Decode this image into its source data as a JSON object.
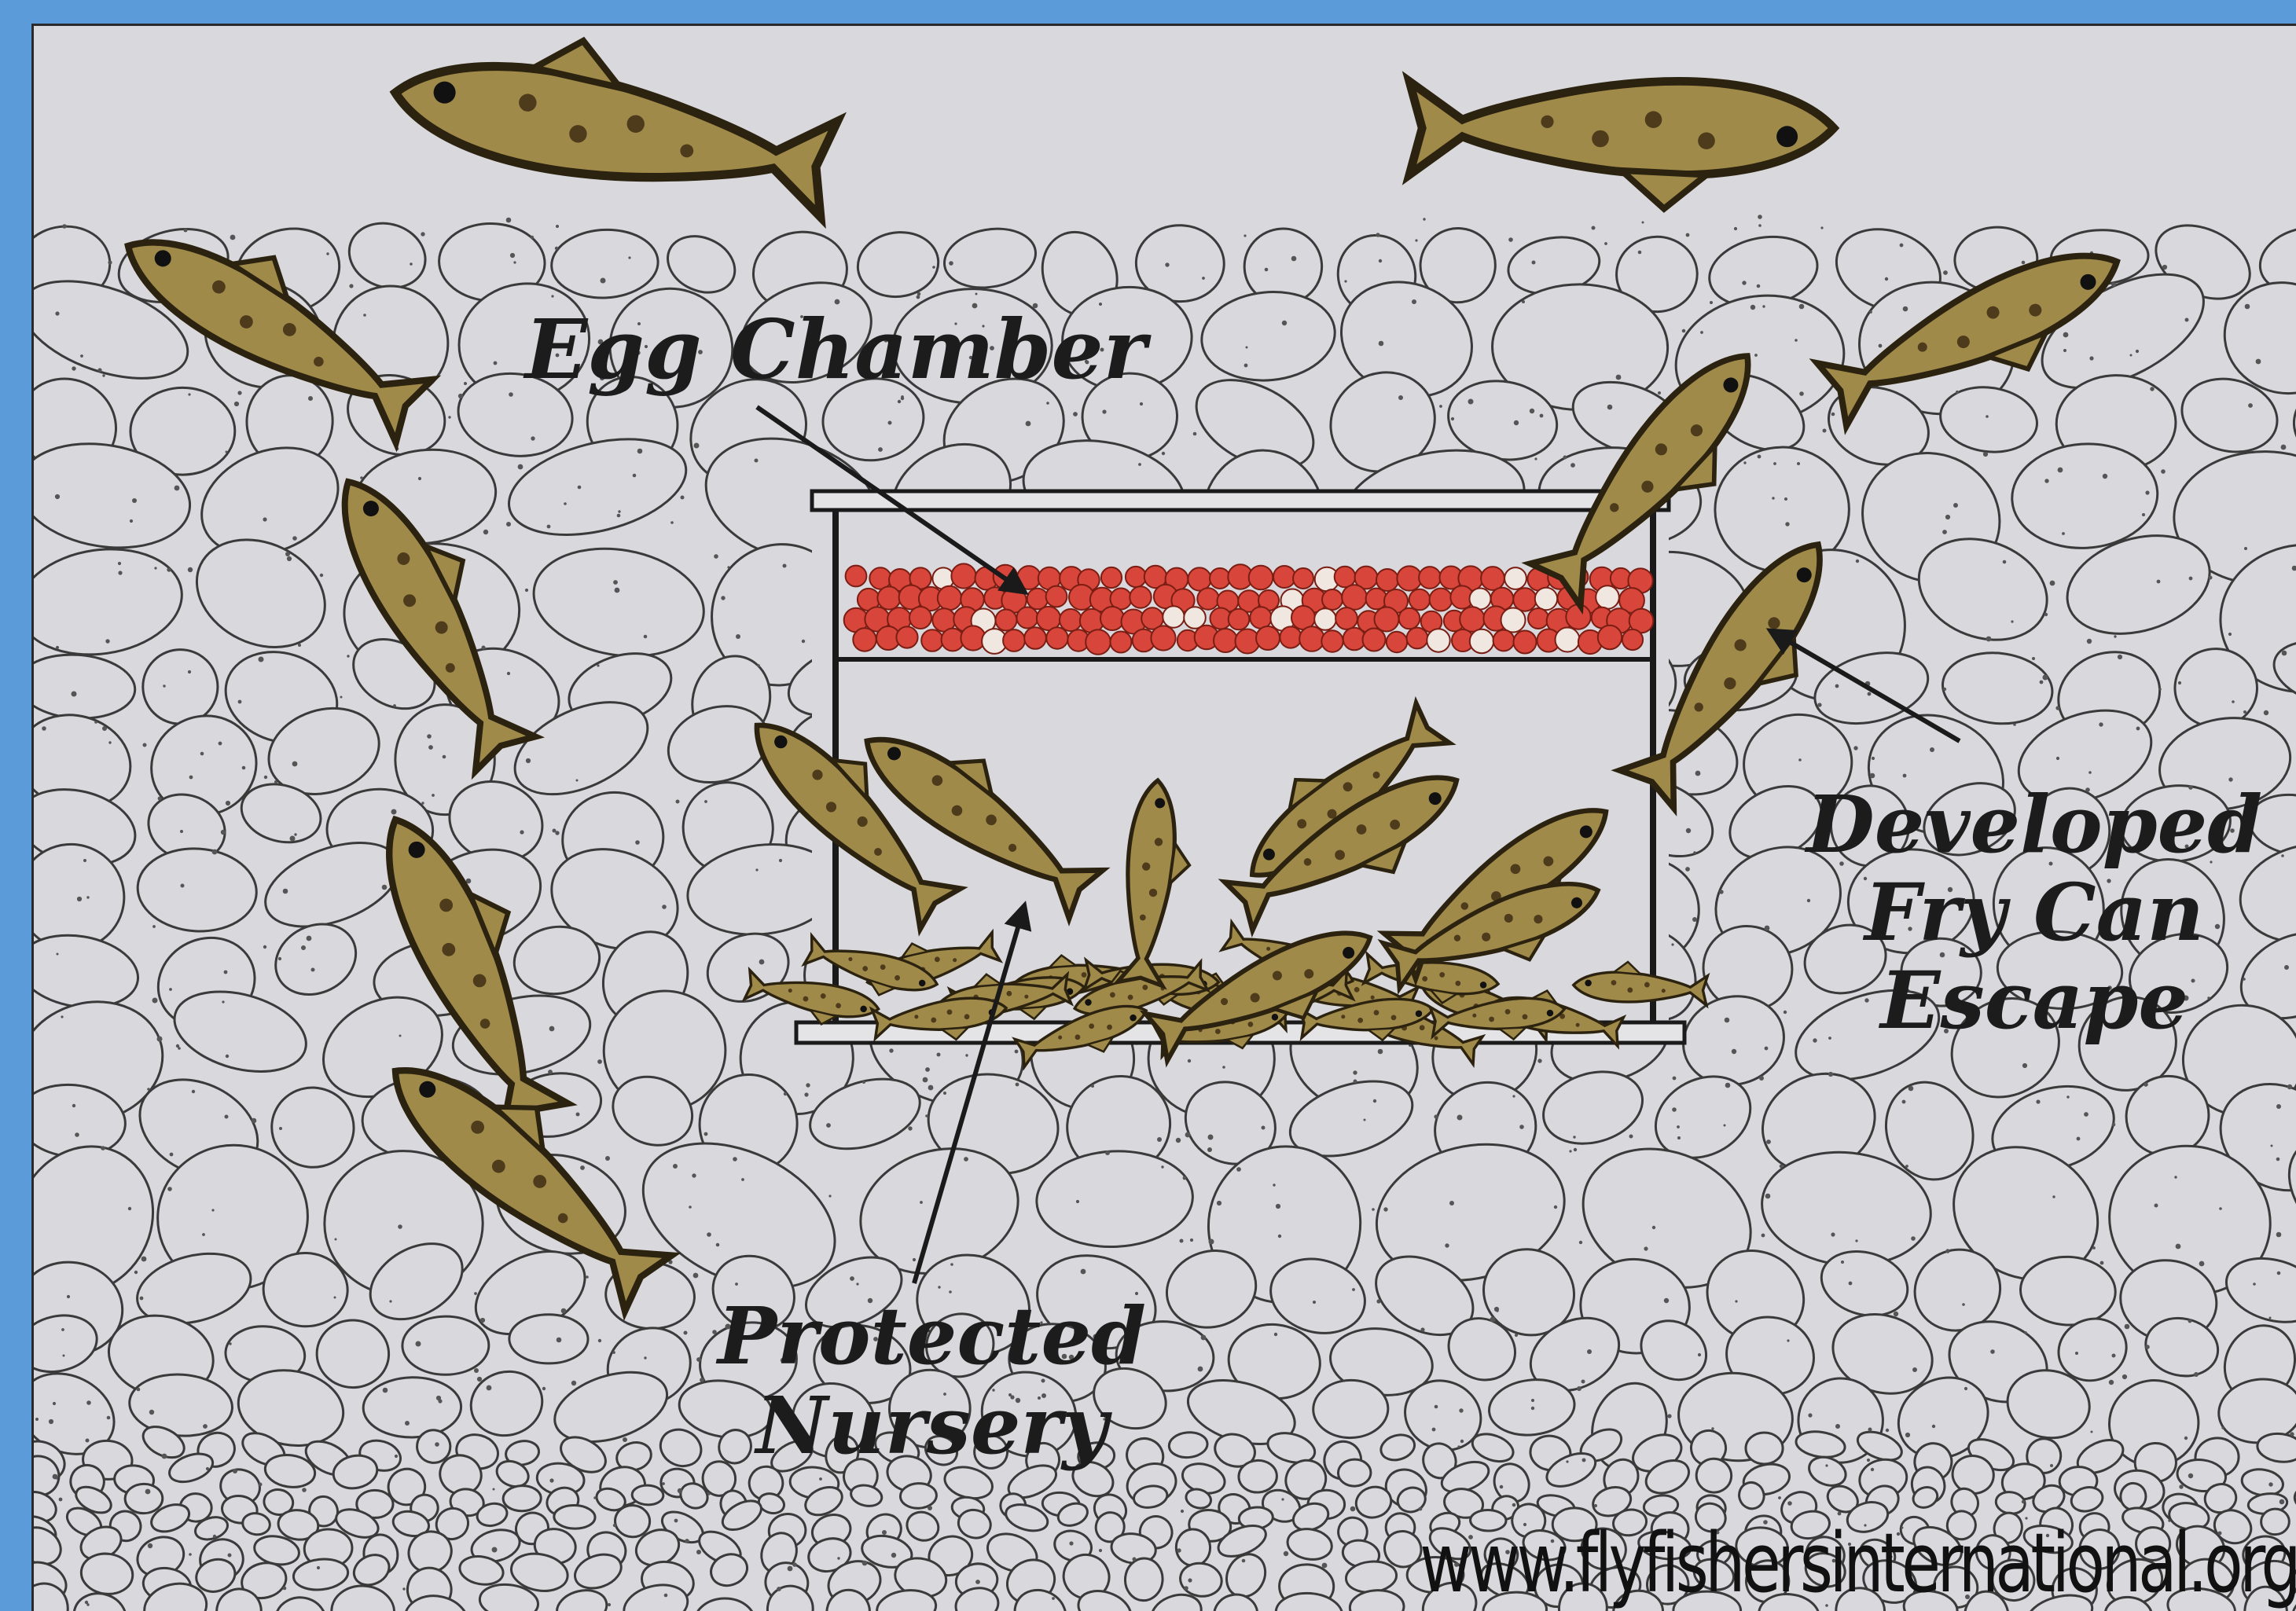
{
  "labels": {
    "egg_chamber": "Egg Chamber",
    "developed_fry": [
      "Developed",
      "Fry Can",
      "Escape"
    ],
    "protected_nursery": [
      "Protected",
      "Nursery"
    ]
  },
  "watermark": "www.flyfishersinternational.org",
  "colors": {
    "frame": "#5b9bd9",
    "background": "#d9d8dc",
    "egg": "#d8453a",
    "fish_body": "#a08a4a",
    "fish_spots": "#4d3b1c",
    "stone_outline": "#3a3a3a"
  },
  "icons": [
    "trout-icon",
    "fry-icon",
    "egg-icon",
    "cobble-stone-icon",
    "arrow-icon"
  ]
}
